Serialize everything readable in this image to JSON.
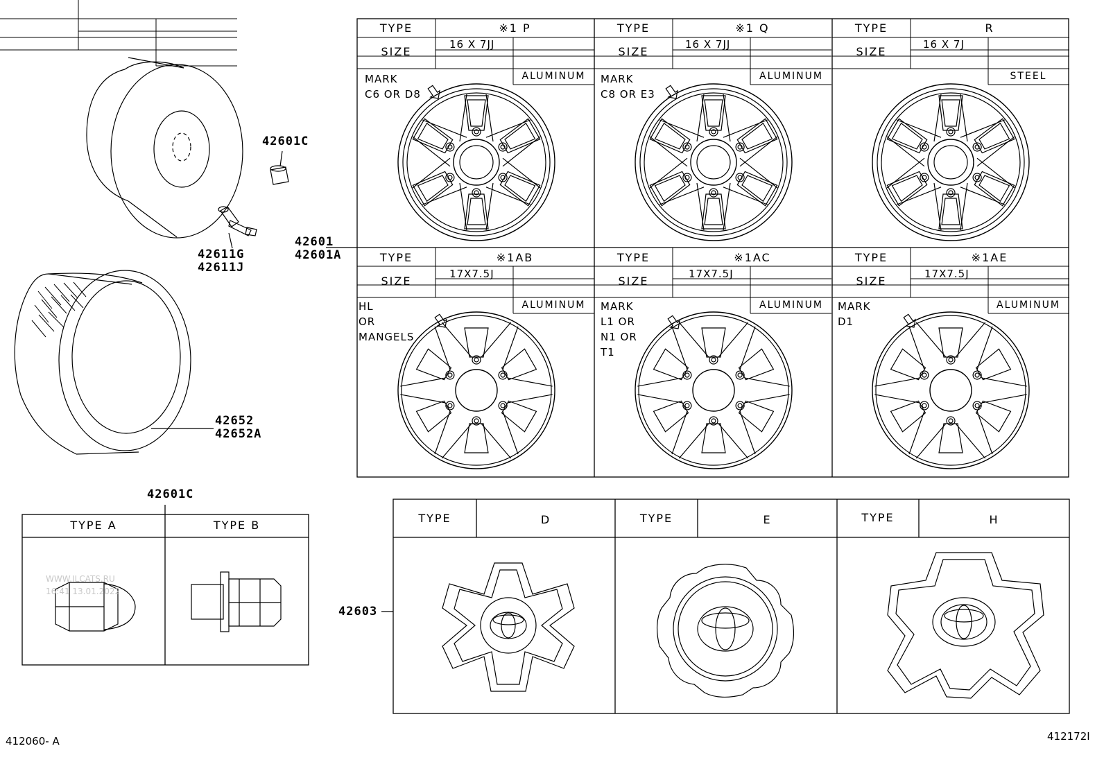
{
  "parts": {
    "lug_nut": "42601C",
    "valve": "42611G\n42611J",
    "wheel": "42601\n42601A",
    "tire": "42652\n42652A",
    "lug_nut_table": "42601C",
    "hub_cap": "42603"
  },
  "nut_table": {
    "col_a": "TYPE A",
    "col_b": "TYPE B"
  },
  "wheels": [
    {
      "type_label": "TYPE",
      "type": "※1 P",
      "size_label": "SIZE",
      "size": "16 X 7JJ",
      "material": "ALUMINUM",
      "mark": "MARK\nC6 OR D8"
    },
    {
      "type_label": "TYPE",
      "type": "※1 Q",
      "size_label": "SIZE",
      "size": "16 X 7JJ",
      "material": "ALUMINUM",
      "mark": "MARK\nC8 OR E3"
    },
    {
      "type_label": "TYPE",
      "type": "R",
      "size_label": "SIZE",
      "size": "16 X 7J",
      "material": "STEEL",
      "mark": ""
    },
    {
      "type_label": "TYPE",
      "type": "※1AB",
      "size_label": "SIZE",
      "size": "17X7.5J",
      "material": "ALUMINUM",
      "mark": "HL\nOR\nMANGELS"
    },
    {
      "type_label": "TYPE",
      "type": "※1AC",
      "size_label": "SIZE",
      "size": "17X7.5J",
      "material": "ALUMINUM",
      "mark": "MARK\nL1 OR\nN1 OR\nT1"
    },
    {
      "type_label": "TYPE",
      "type": "※1AE",
      "size_label": "SIZE",
      "size": "17X7.5J",
      "material": "ALUMINUM",
      "mark": "MARK\nD1"
    }
  ],
  "caps": [
    {
      "type_label": "TYPE",
      "type": "D"
    },
    {
      "type_label": "TYPE",
      "type": "E"
    },
    {
      "type_label": "TYPE",
      "type": "H"
    }
  ],
  "footer": {
    "left": "412060- A",
    "right": "412172I"
  },
  "watermark": "WWW.ILCATS.RU\n16:41 13.01.2022"
}
